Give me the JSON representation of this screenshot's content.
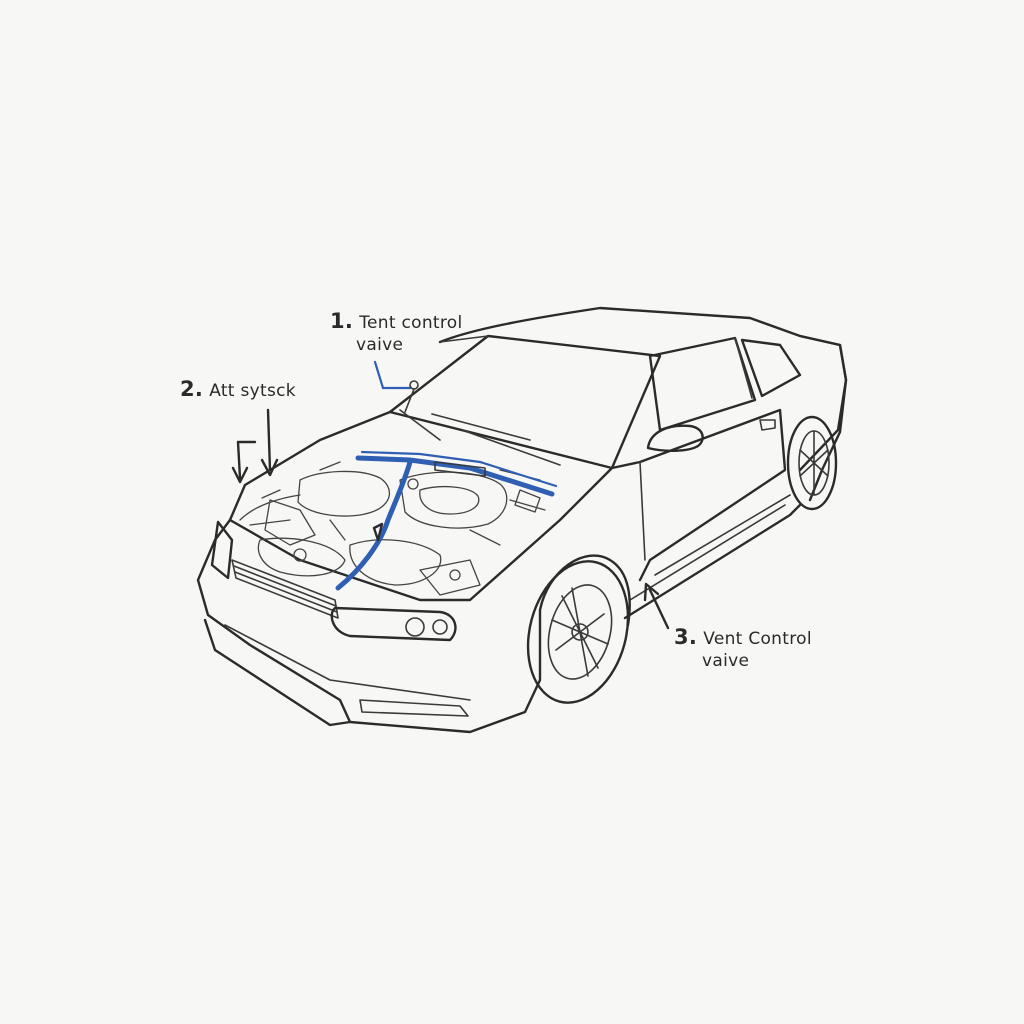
{
  "callouts": [
    {
      "number": "1.",
      "line1": "Tent control",
      "line2": "vaive"
    },
    {
      "number": "2.",
      "line1": "Att sytsck",
      "line2": ""
    },
    {
      "number": "3.",
      "line1": "Vent Control",
      "line2": "vaive"
    }
  ],
  "colors": {
    "line": "#2b2b2b",
    "hose": "#2f5fb3",
    "background": "#f7f7f5"
  }
}
